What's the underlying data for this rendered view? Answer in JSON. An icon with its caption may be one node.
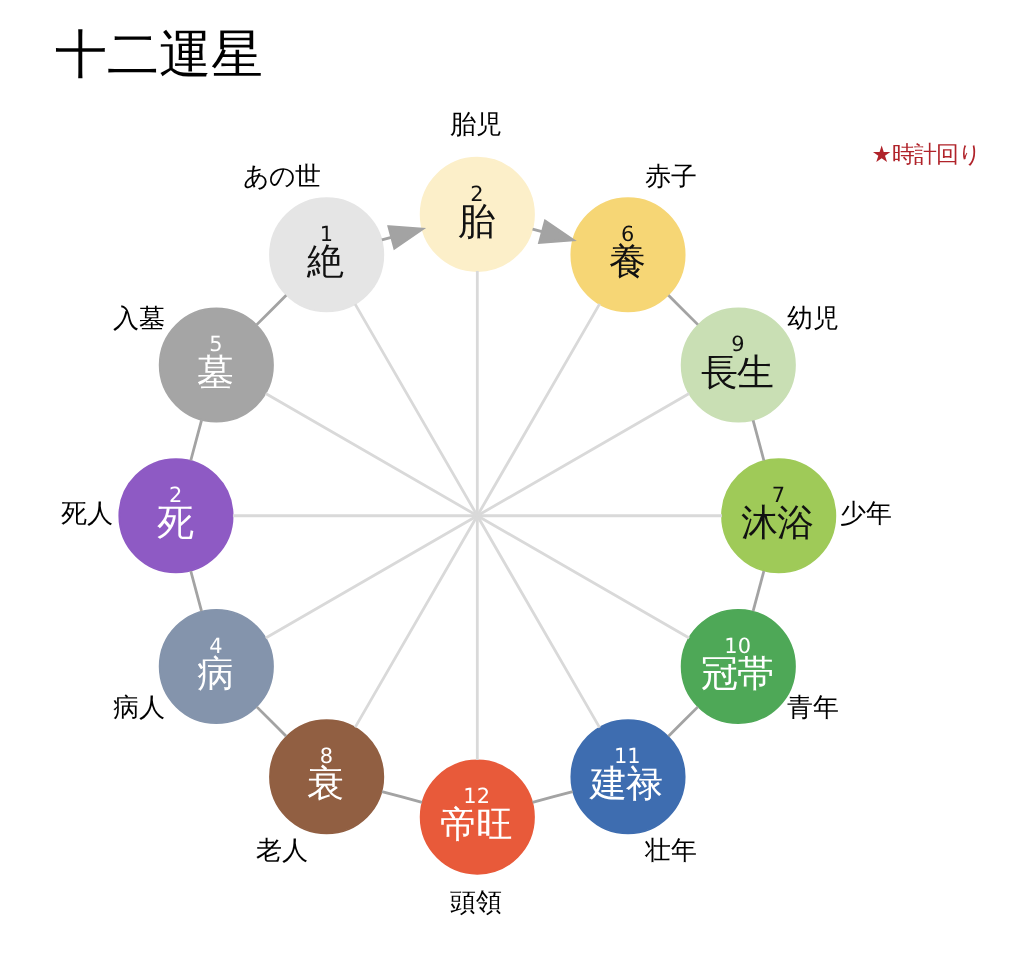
{
  "diagram": {
    "title": "十二運星",
    "nodes": [
      {
        "text": [
          "2",
          "胎"
        ],
        "beside": [
          "胎児"
        ]
      },
      {
        "text": [
          "6",
          "養"
        ],
        "beside": [
          "赤子"
        ]
      },
      {
        "text": [
          "9",
          "長生"
        ],
        "beside": [
          "幼児"
        ]
      },
      {
        "text": [
          "7",
          "沐浴"
        ],
        "beside": [
          "少年"
        ]
      },
      {
        "text": [
          "10",
          "冠帯"
        ],
        "beside": [
          "青年"
        ]
      },
      {
        "text": [
          "11",
          "建禄"
        ],
        "beside": [
          "壮年"
        ]
      },
      {
        "text": [
          "12",
          "帝旺"
        ],
        "beside": [
          "頭領"
        ]
      },
      {
        "text": [
          "8",
          "衰"
        ],
        "beside": [
          "老人"
        ]
      },
      {
        "text": [
          "4",
          "病"
        ],
        "beside": [
          "病人"
        ]
      },
      {
        "text": [
          "2",
          "死"
        ],
        "beside": [
          "死人"
        ]
      },
      {
        "text": [
          "5",
          "墓"
        ],
        "beside": [
          "入墓"
        ]
      },
      {
        "text": [
          "1",
          "絶"
        ],
        "beside": [
          "あの世"
        ]
      }
    ],
    "edges": [
      {
        "from": 11,
        "to": 0,
        "arrow": "to"
      },
      {
        "from": 0,
        "to": 1,
        "arrow": "to"
      },
      {
        "from": 1,
        "to": 2,
        "arrow": "none"
      },
      {
        "from": 2,
        "to": 3,
        "arrow": "none"
      },
      {
        "from": 3,
        "to": 4,
        "arrow": "none"
      },
      {
        "from": 4,
        "to": 5,
        "arrow": "none"
      },
      {
        "from": 5,
        "to": 6,
        "arrow": "none"
      },
      {
        "from": 6,
        "to": 7,
        "arrow": "none"
      },
      {
        "from": 7,
        "to": 8,
        "arrow": "none"
      },
      {
        "from": 8,
        "to": 9,
        "arrow": "none"
      },
      {
        "from": 9,
        "to": 10,
        "arrow": "none"
      },
      {
        "from": 10,
        "to": 11,
        "arrow": "none"
      },
      {
        "from": 0,
        "to": 6,
        "arrow": "none",
        "color": "#d9d9d9"
      },
      {
        "from": 1,
        "to": 7,
        "arrow": "none",
        "color": "#d9d9d9"
      },
      {
        "from": 2,
        "to": 8,
        "arrow": "none",
        "color": "#d9d9d9"
      },
      {
        "from": 3,
        "to": 9,
        "arrow": "none",
        "color": "#d9d9d9"
      },
      {
        "from": 4,
        "to": 10,
        "arrow": "none",
        "color": "#d9d9d9"
      },
      {
        "from": 5,
        "to": 11,
        "arrow": "none",
        "color": "#d9d9d9"
      }
    ],
    "labels": [
      "★時計回り"
    ]
  }
}
